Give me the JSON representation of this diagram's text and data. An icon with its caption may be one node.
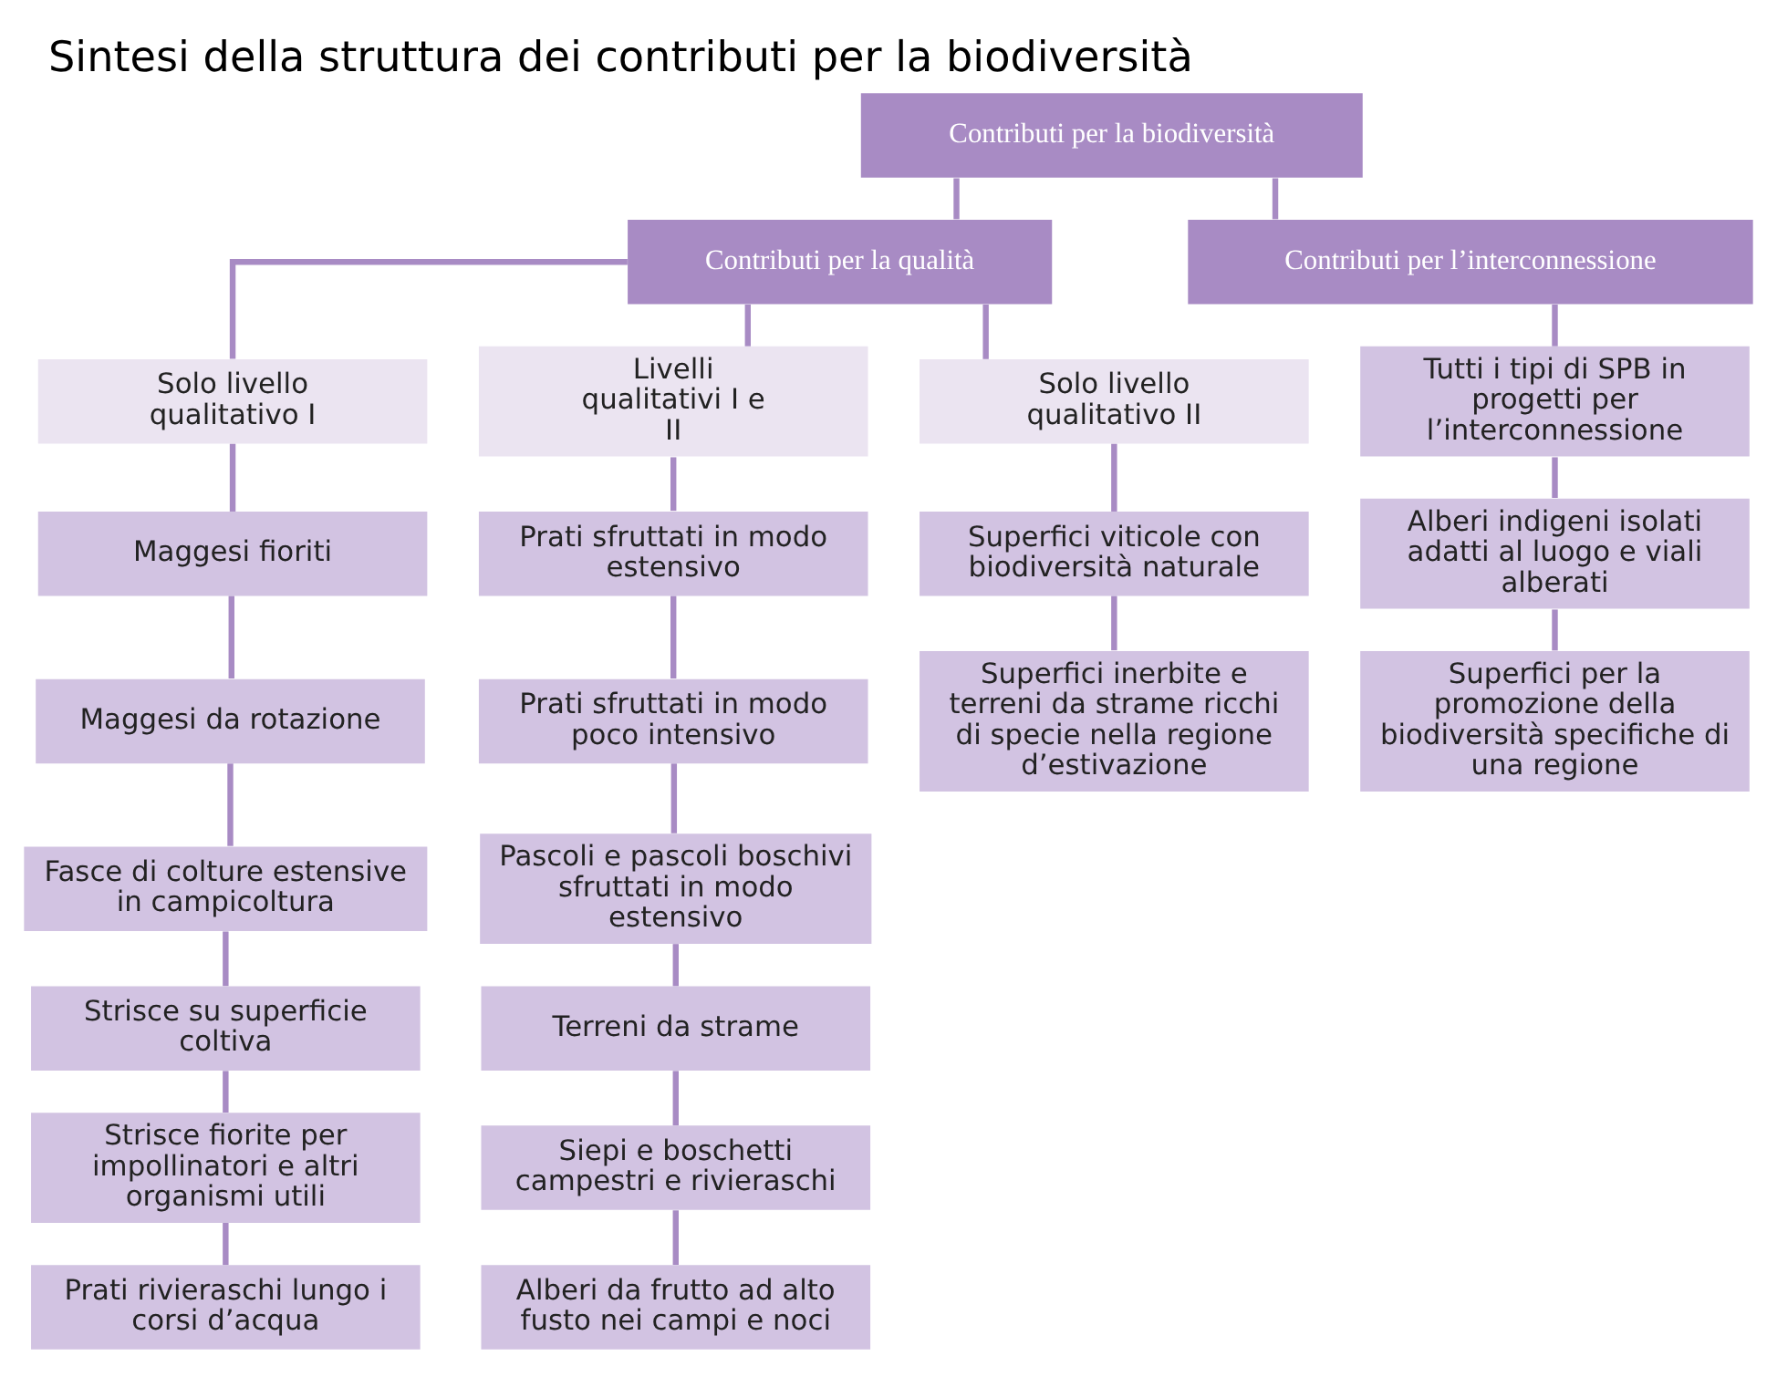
{
  "diagram": {
    "title": "Sintesi della struttura dei contributi per la biodiversità",
    "nodes": [
      {
        "text": [
          "Contributi per la biodiversità"
        ]
      },
      {
        "text": [
          "Contributi per la qualità"
        ]
      },
      {
        "text": [
          "Contributi per l’interconnessione"
        ]
      },
      {
        "text": [
          "Solo livello qualitativo I"
        ]
      },
      {
        "text": [
          "Livelli qualitativi I e II"
        ]
      },
      {
        "text": [
          "Solo livello qualitativo II"
        ]
      },
      {
        "text": [
          "Maggesi fioriti"
        ]
      },
      {
        "text": [
          "Maggesi da rotazione"
        ]
      },
      {
        "text": [
          "Fasce di colture estensive in campicoltura"
        ]
      },
      {
        "text": [
          "Strisce su superficie coltiva"
        ]
      },
      {
        "text": [
          "Strisce fiorite per impollinatori e altri organismi utili"
        ]
      },
      {
        "text": [
          "Prati rivieraschi lungo i corsi d’acqua"
        ]
      },
      {
        "text": [
          "Prati sfruttati in modo estensivo"
        ]
      },
      {
        "text": [
          "Prati sfruttati in modo poco intensivo"
        ]
      },
      {
        "text": [
          "Pascoli e pascoli boschivi sfruttati in modo estensivo"
        ]
      },
      {
        "text": [
          "Terreni da strame"
        ]
      },
      {
        "text": [
          "Siepi e boschetti campestri e rivieraschi"
        ]
      },
      {
        "text": [
          "Alberi da frutto ad alto fusto nei campi e noci"
        ]
      },
      {
        "text": [
          "Superfici viticole con biodiversità naturale"
        ]
      },
      {
        "text": [
          "Superfici inerbite e terreni da strame ricchi di specie nella regione d’estivazione"
        ]
      },
      {
        "text": [
          "Tutti i tipi di SPB in progetti per l’interconnessione"
        ]
      },
      {
        "text": [
          "Alberi indigeni isolati adatti al luogo e viali alberati"
        ]
      },
      {
        "text": [
          "Superfici per la promozione della biodiversità specifiche di una regione"
        ]
      }
    ],
    "edges": [
      {
        "from": 0,
        "to": 1,
        "arrow": "none"
      },
      {
        "from": 0,
        "to": 2,
        "arrow": "none"
      },
      {
        "from": 1,
        "to": 3,
        "arrow": "none"
      },
      {
        "from": 1,
        "to": 4,
        "arrow": "none"
      },
      {
        "from": 1,
        "to": 5,
        "arrow": "none"
      },
      {
        "from": 3,
        "to": 6,
        "arrow": "none"
      },
      {
        "from": 6,
        "to": 7,
        "arrow": "none"
      },
      {
        "from": 7,
        "to": 8,
        "arrow": "none"
      },
      {
        "from": 8,
        "to": 9,
        "arrow": "none"
      },
      {
        "from": 9,
        "to": 10,
        "arrow": "none"
      },
      {
        "from": 10,
        "to": 11,
        "arrow": "none"
      },
      {
        "from": 4,
        "to": 12,
        "arrow": "none"
      },
      {
        "from": 12,
        "to": 13,
        "arrow": "none"
      },
      {
        "from": 13,
        "to": 14,
        "arrow": "none"
      },
      {
        "from": 14,
        "to": 15,
        "arrow": "none"
      },
      {
        "from": 15,
        "to": 16,
        "arrow": "none"
      },
      {
        "from": 16,
        "to": 17,
        "arrow": "none"
      },
      {
        "from": 5,
        "to": 18,
        "arrow": "none"
      },
      {
        "from": 18,
        "to": 19,
        "arrow": "none"
      },
      {
        "from": 2,
        "to": 20,
        "arrow": "none"
      },
      {
        "from": 20,
        "to": 21,
        "arrow": "none"
      },
      {
        "from": 21,
        "to": 22,
        "arrow": "none"
      }
    ]
  }
}
